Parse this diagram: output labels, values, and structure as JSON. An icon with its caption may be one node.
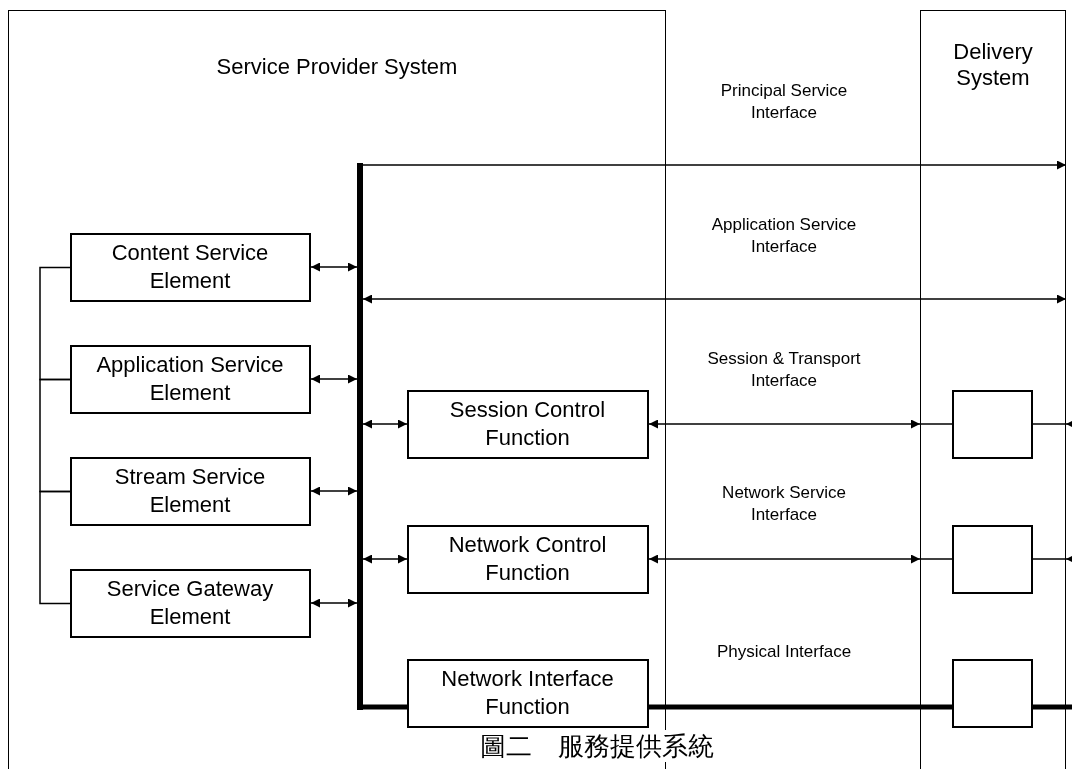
{
  "diagram": {
    "caption": "圖二　服務提供系統",
    "nodes": [
      {
        "text": [
          "Service Provider System"
        ]
      },
      {
        "text": [
          "Content Service Element"
        ],
        "in": 0
      },
      {
        "text": [
          "Application Service Element"
        ],
        "in": 0
      },
      {
        "text": [
          "Stream Service Element"
        ],
        "in": 0
      },
      {
        "text": [
          "Service Gateway Element"
        ],
        "in": 0
      },
      {
        "text": [],
        "shape": "bar",
        "in": 0
      },
      {
        "text": [
          "Session Control Function"
        ],
        "in": 0
      },
      {
        "text": [
          "Network Control Function"
        ],
        "in": 0
      },
      {
        "text": [
          "Network Interface Function"
        ],
        "in": 0
      },
      {
        "text": [
          "Delivery System"
        ]
      },
      {
        "text": [],
        "shape": "box",
        "in": 9
      },
      {
        "text": [],
        "shape": "box",
        "in": 9
      },
      {
        "text": [],
        "shape": "box",
        "in": 9
      }
    ],
    "edges": [
      {
        "from": 1,
        "to": 2,
        "arrow": "none"
      },
      {
        "from": 2,
        "to": 3,
        "arrow": "none"
      },
      {
        "from": 3,
        "to": 4,
        "arrow": "none"
      },
      {
        "from": 1,
        "to": 5,
        "arrow": "both"
      },
      {
        "from": 2,
        "to": 5,
        "arrow": "both"
      },
      {
        "from": 3,
        "to": 5,
        "arrow": "both"
      },
      {
        "from": 4,
        "to": 5,
        "arrow": "both"
      },
      {
        "from": 5,
        "to": 6,
        "arrow": "both"
      },
      {
        "from": 5,
        "to": 7,
        "arrow": "both"
      },
      {
        "from": 5,
        "to": 8,
        "arrow": "none",
        "style": "thick"
      },
      {
        "from": 5,
        "to": 9,
        "arrow": "to"
      },
      {
        "from": 5,
        "to": 9,
        "arrow": "both"
      },
      {
        "from": 6,
        "to": 9,
        "arrow": "both"
      },
      {
        "from": 9,
        "to": 10,
        "arrow": "none"
      },
      {
        "from": 10,
        "to": 9,
        "arrow": "none"
      },
      {
        "from": null,
        "to": 9,
        "arrow": "to"
      },
      {
        "from": 7,
        "to": 9,
        "arrow": "both"
      },
      {
        "from": 9,
        "to": 11,
        "arrow": "none"
      },
      {
        "from": 11,
        "to": 9,
        "arrow": "none"
      },
      {
        "from": null,
        "to": 9,
        "arrow": "to"
      },
      {
        "from": 8,
        "to": 12,
        "arrow": "none",
        "style": "thick"
      },
      {
        "from": 12,
        "to": null,
        "arrow": "none",
        "style": "thick"
      }
    ],
    "labels": [
      "Principal Service Interface",
      "Application Service Interface",
      "Session & Transport Interface",
      "Network Service Interface",
      "Physical Interface"
    ]
  }
}
